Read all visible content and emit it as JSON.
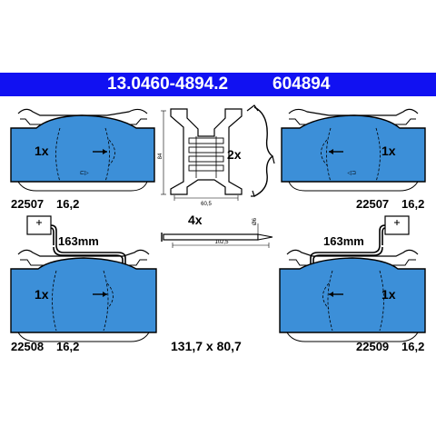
{
  "header": {
    "part_number": "13.0460-4894.2",
    "ref_number": "604894"
  },
  "pads": [
    {
      "id": "top-left",
      "quantity": "1x",
      "number": "22507",
      "thickness": "16,2"
    },
    {
      "id": "top-right",
      "quantity": "1x",
      "number": "22507",
      "thickness": "16,2"
    },
    {
      "id": "bottom-left",
      "quantity": "1x",
      "number": "22508",
      "thickness": "16,2",
      "wear_sensor_length": "163mm"
    },
    {
      "id": "bottom-right",
      "quantity": "1x",
      "number": "22509",
      "thickness": "16,2",
      "wear_sensor_length": "163mm"
    }
  ],
  "accessories": {
    "spring_quantity": "2x",
    "pin_quantity": "4x",
    "bracket_height": "84",
    "bracket_width": "60,5",
    "pin_length": "102,5",
    "pin_diameter": "Ø6"
  },
  "dimensions": "131,7 x 80,7",
  "colors": {
    "banner": "#1111f2",
    "pad": "#3c8fd8",
    "pad_outline": "#000000"
  }
}
